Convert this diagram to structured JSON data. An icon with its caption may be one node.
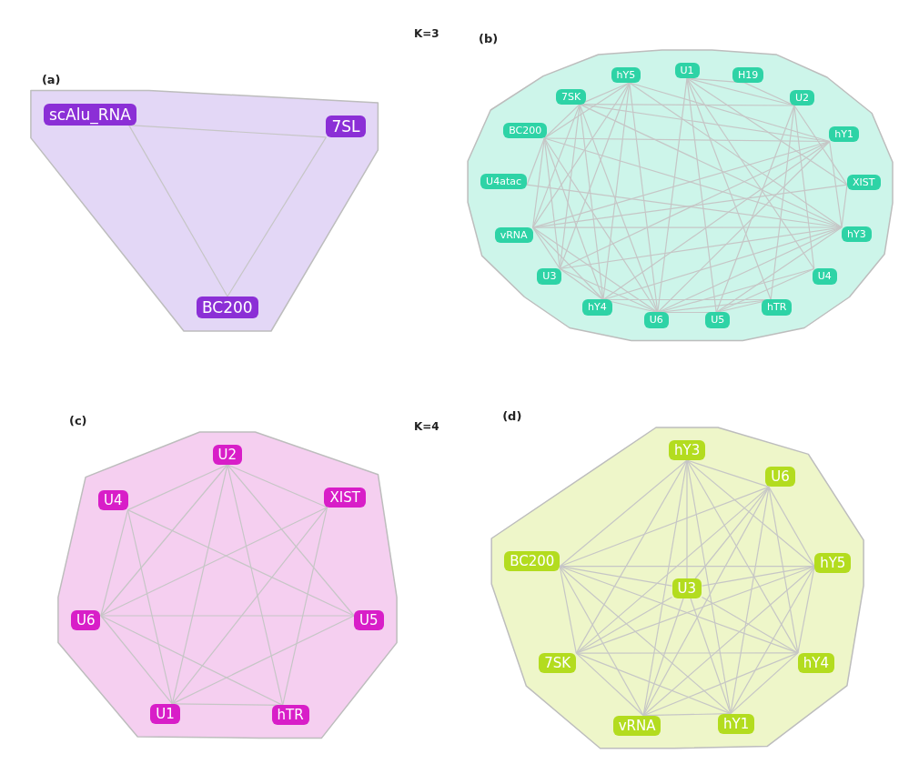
{
  "diagram": {
    "nodes": [
      {
        "text": [
          "(a)"
        ]
      },
      {
        "text": [
          "7SL"
        ],
        "in": 0
      },
      {
        "text": [
          "scAlu_RNA"
        ],
        "in": 0
      },
      {
        "text": [
          "BC200"
        ],
        "in": 0
      },
      {
        "text": [
          "(b)"
        ]
      },
      {
        "text": [
          "H19"
        ],
        "in": 4
      },
      {
        "text": [
          "XIST"
        ],
        "in": 4
      },
      {
        "text": [
          "U3"
        ],
        "in": 4
      },
      {
        "text": [
          "BC200"
        ],
        "in": 4
      },
      {
        "text": [
          "hY1"
        ],
        "in": 4
      },
      {
        "text": [
          "U2"
        ],
        "in": 4
      },
      {
        "text": [
          "U1"
        ],
        "in": 4
      },
      {
        "text": [
          "U4atac"
        ],
        "in": 4
      },
      {
        "text": [
          "7SK"
        ],
        "in": 4
      },
      {
        "text": [
          "U6"
        ],
        "in": 4
      },
      {
        "text": [
          "hY3"
        ],
        "in": 4
      },
      {
        "text": [
          "hTR"
        ],
        "in": 4
      },
      {
        "text": [
          "U4"
        ],
        "in": 4
      },
      {
        "text": [
          "hY5"
        ],
        "in": 4
      },
      {
        "text": [
          "hY4"
        ],
        "in": 4
      },
      {
        "text": [
          "U5"
        ],
        "in": 4
      },
      {
        "text": [
          "vRNA"
        ],
        "in": 4
      },
      {
        "text": [
          "(c)"
        ]
      },
      {
        "text": [
          "U2"
        ],
        "in": 22
      },
      {
        "text": [
          "XIST"
        ],
        "in": 22
      },
      {
        "text": [
          "U4"
        ],
        "in": 22
      },
      {
        "text": [
          "U5"
        ],
        "in": 22
      },
      {
        "text": [
          "U6"
        ],
        "in": 22
      },
      {
        "text": [
          "hTR"
        ],
        "in": 22
      },
      {
        "text": [
          "U1"
        ],
        "in": 22
      },
      {
        "text": [
          "(d)"
        ]
      },
      {
        "text": [
          "hY3"
        ],
        "in": 30
      },
      {
        "text": [
          "BC200"
        ],
        "in": 30
      },
      {
        "text": [
          "U6"
        ],
        "in": 30
      },
      {
        "text": [
          "7SK"
        ],
        "in": 30
      },
      {
        "text": [
          "U3"
        ],
        "in": 30
      },
      {
        "text": [
          "hY5"
        ],
        "in": 30
      },
      {
        "text": [
          "vRNA"
        ],
        "in": 30
      },
      {
        "text": [
          "hY4"
        ],
        "in": 30
      },
      {
        "text": [
          "hY1"
        ],
        "in": 30
      }
    ],
    "edges": [
      {
        "from": 1,
        "to": 2,
        "arrow": "none"
      },
      {
        "from": 1,
        "to": 3,
        "arrow": "none"
      },
      {
        "from": 2,
        "to": 3,
        "arrow": "none"
      },
      {
        "from": 5,
        "to": 10,
        "arrow": "none"
      },
      {
        "from": 5,
        "to": 11,
        "arrow": "none"
      },
      {
        "from": 6,
        "to": 10,
        "arrow": "none"
      },
      {
        "from": 6,
        "to": 11,
        "arrow": "none"
      },
      {
        "from": 6,
        "to": 15,
        "arrow": "none"
      },
      {
        "from": 6,
        "to": 21,
        "arrow": "none"
      },
      {
        "from": 7,
        "to": 8,
        "arrow": "none"
      },
      {
        "from": 7,
        "to": 9,
        "arrow": "none"
      },
      {
        "from": 7,
        "to": 13,
        "arrow": "none"
      },
      {
        "from": 7,
        "to": 18,
        "arrow": "none"
      },
      {
        "from": 7,
        "to": 21,
        "arrow": "none"
      },
      {
        "from": 7,
        "to": 14,
        "arrow": "none"
      },
      {
        "from": 7,
        "to": 19,
        "arrow": "none"
      },
      {
        "from": 7,
        "to": 15,
        "arrow": "none"
      },
      {
        "from": 8,
        "to": 9,
        "arrow": "none"
      },
      {
        "from": 8,
        "to": 12,
        "arrow": "none"
      },
      {
        "from": 8,
        "to": 13,
        "arrow": "none"
      },
      {
        "from": 8,
        "to": 18,
        "arrow": "none"
      },
      {
        "from": 8,
        "to": 21,
        "arrow": "none"
      },
      {
        "from": 8,
        "to": 14,
        "arrow": "none"
      },
      {
        "from": 8,
        "to": 15,
        "arrow": "none"
      },
      {
        "from": 8,
        "to": 19,
        "arrow": "none"
      },
      {
        "from": 9,
        "to": 14,
        "arrow": "none"
      },
      {
        "from": 9,
        "to": 18,
        "arrow": "none"
      },
      {
        "from": 9,
        "to": 21,
        "arrow": "none"
      },
      {
        "from": 9,
        "to": 19,
        "arrow": "none"
      },
      {
        "from": 9,
        "to": 15,
        "arrow": "none"
      },
      {
        "from": 9,
        "to": 13,
        "arrow": "none"
      },
      {
        "from": 10,
        "to": 11,
        "arrow": "none"
      },
      {
        "from": 10,
        "to": 16,
        "arrow": "none"
      },
      {
        "from": 10,
        "to": 20,
        "arrow": "none"
      },
      {
        "from": 10,
        "to": 17,
        "arrow": "none"
      },
      {
        "from": 10,
        "to": 13,
        "arrow": "none"
      },
      {
        "from": 11,
        "to": 14,
        "arrow": "none"
      },
      {
        "from": 11,
        "to": 16,
        "arrow": "none"
      },
      {
        "from": 11,
        "to": 17,
        "arrow": "none"
      },
      {
        "from": 11,
        "to": 20,
        "arrow": "none"
      },
      {
        "from": 12,
        "to": 15,
        "arrow": "none"
      },
      {
        "from": 13,
        "to": 14,
        "arrow": "none"
      },
      {
        "from": 13,
        "to": 15,
        "arrow": "none"
      },
      {
        "from": 13,
        "to": 18,
        "arrow": "none"
      },
      {
        "from": 13,
        "to": 19,
        "arrow": "none"
      },
      {
        "from": 13,
        "to": 21,
        "arrow": "none"
      },
      {
        "from": 14,
        "to": 15,
        "arrow": "none"
      },
      {
        "from": 14,
        "to": 18,
        "arrow": "none"
      },
      {
        "from": 14,
        "to": 21,
        "arrow": "none"
      },
      {
        "from": 14,
        "to": 19,
        "arrow": "none"
      },
      {
        "from": 14,
        "to": 17,
        "arrow": "none"
      },
      {
        "from": 14,
        "to": 16,
        "arrow": "none"
      },
      {
        "from": 14,
        "to": 20,
        "arrow": "none"
      },
      {
        "from": 15,
        "to": 18,
        "arrow": "none"
      },
      {
        "from": 15,
        "to": 21,
        "arrow": "none"
      },
      {
        "from": 15,
        "to": 19,
        "arrow": "none"
      },
      {
        "from": 15,
        "to": 20,
        "arrow": "none"
      },
      {
        "from": 16,
        "to": 20,
        "arrow": "none"
      },
      {
        "from": 16,
        "to": 19,
        "arrow": "none"
      },
      {
        "from": 17,
        "to": 20,
        "arrow": "none"
      },
      {
        "from": 18,
        "to": 19,
        "arrow": "none"
      },
      {
        "from": 18,
        "to": 21,
        "arrow": "none"
      },
      {
        "from": 19,
        "to": 21,
        "arrow": "none"
      },
      {
        "from": 23,
        "to": 25,
        "arrow": "none"
      },
      {
        "from": 23,
        "to": 27,
        "arrow": "none"
      },
      {
        "from": 23,
        "to": 29,
        "arrow": "none"
      },
      {
        "from": 23,
        "to": 24,
        "arrow": "none"
      },
      {
        "from": 23,
        "to": 26,
        "arrow": "none"
      },
      {
        "from": 23,
        "to": 28,
        "arrow": "none"
      },
      {
        "from": 25,
        "to": 26,
        "arrow": "none"
      },
      {
        "from": 25,
        "to": 27,
        "arrow": "none"
      },
      {
        "from": 25,
        "to": 29,
        "arrow": "none"
      },
      {
        "from": 24,
        "to": 27,
        "arrow": "none"
      },
      {
        "from": 24,
        "to": 29,
        "arrow": "none"
      },
      {
        "from": 24,
        "to": 28,
        "arrow": "none"
      },
      {
        "from": 26,
        "to": 27,
        "arrow": "none"
      },
      {
        "from": 26,
        "to": 29,
        "arrow": "none"
      },
      {
        "from": 27,
        "to": 28,
        "arrow": "none"
      },
      {
        "from": 27,
        "to": 29,
        "arrow": "none"
      },
      {
        "from": 28,
        "to": 29,
        "arrow": "none"
      },
      {
        "from": 31,
        "to": 32,
        "arrow": "none"
      },
      {
        "from": 31,
        "to": 33,
        "arrow": "none"
      },
      {
        "from": 31,
        "to": 34,
        "arrow": "none"
      },
      {
        "from": 31,
        "to": 35,
        "arrow": "none"
      },
      {
        "from": 31,
        "to": 36,
        "arrow": "none"
      },
      {
        "from": 31,
        "to": 37,
        "arrow": "none"
      },
      {
        "from": 31,
        "to": 38,
        "arrow": "none"
      },
      {
        "from": 31,
        "to": 39,
        "arrow": "none"
      },
      {
        "from": 32,
        "to": 33,
        "arrow": "none"
      },
      {
        "from": 32,
        "to": 34,
        "arrow": "none"
      },
      {
        "from": 32,
        "to": 35,
        "arrow": "none"
      },
      {
        "from": 32,
        "to": 36,
        "arrow": "none"
      },
      {
        "from": 32,
        "to": 37,
        "arrow": "none"
      },
      {
        "from": 32,
        "to": 38,
        "arrow": "none"
      },
      {
        "from": 32,
        "to": 39,
        "arrow": "none"
      },
      {
        "from": 33,
        "to": 34,
        "arrow": "none"
      },
      {
        "from": 33,
        "to": 35,
        "arrow": "none"
      },
      {
        "from": 33,
        "to": 36,
        "arrow": "none"
      },
      {
        "from": 33,
        "to": 37,
        "arrow": "none"
      },
      {
        "from": 33,
        "to": 38,
        "arrow": "none"
      },
      {
        "from": 33,
        "to": 39,
        "arrow": "none"
      },
      {
        "from": 34,
        "to": 35,
        "arrow": "none"
      },
      {
        "from": 34,
        "to": 36,
        "arrow": "none"
      },
      {
        "from": 34,
        "to": 37,
        "arrow": "none"
      },
      {
        "from": 34,
        "to": 38,
        "arrow": "none"
      },
      {
        "from": 34,
        "to": 39,
        "arrow": "none"
      },
      {
        "from": 35,
        "to": 36,
        "arrow": "none"
      },
      {
        "from": 35,
        "to": 37,
        "arrow": "none"
      },
      {
        "from": 35,
        "to": 38,
        "arrow": "none"
      },
      {
        "from": 35,
        "to": 39,
        "arrow": "none"
      },
      {
        "from": 36,
        "to": 37,
        "arrow": "none"
      },
      {
        "from": 36,
        "to": 38,
        "arrow": "none"
      },
      {
        "from": 36,
        "to": 39,
        "arrow": "none"
      },
      {
        "from": 37,
        "to": 38,
        "arrow": "none"
      },
      {
        "from": 37,
        "to": 39,
        "arrow": "none"
      },
      {
        "from": 38,
        "to": 39,
        "arrow": "none"
      }
    ],
    "labels": [
      "K=3",
      "K=4"
    ]
  }
}
